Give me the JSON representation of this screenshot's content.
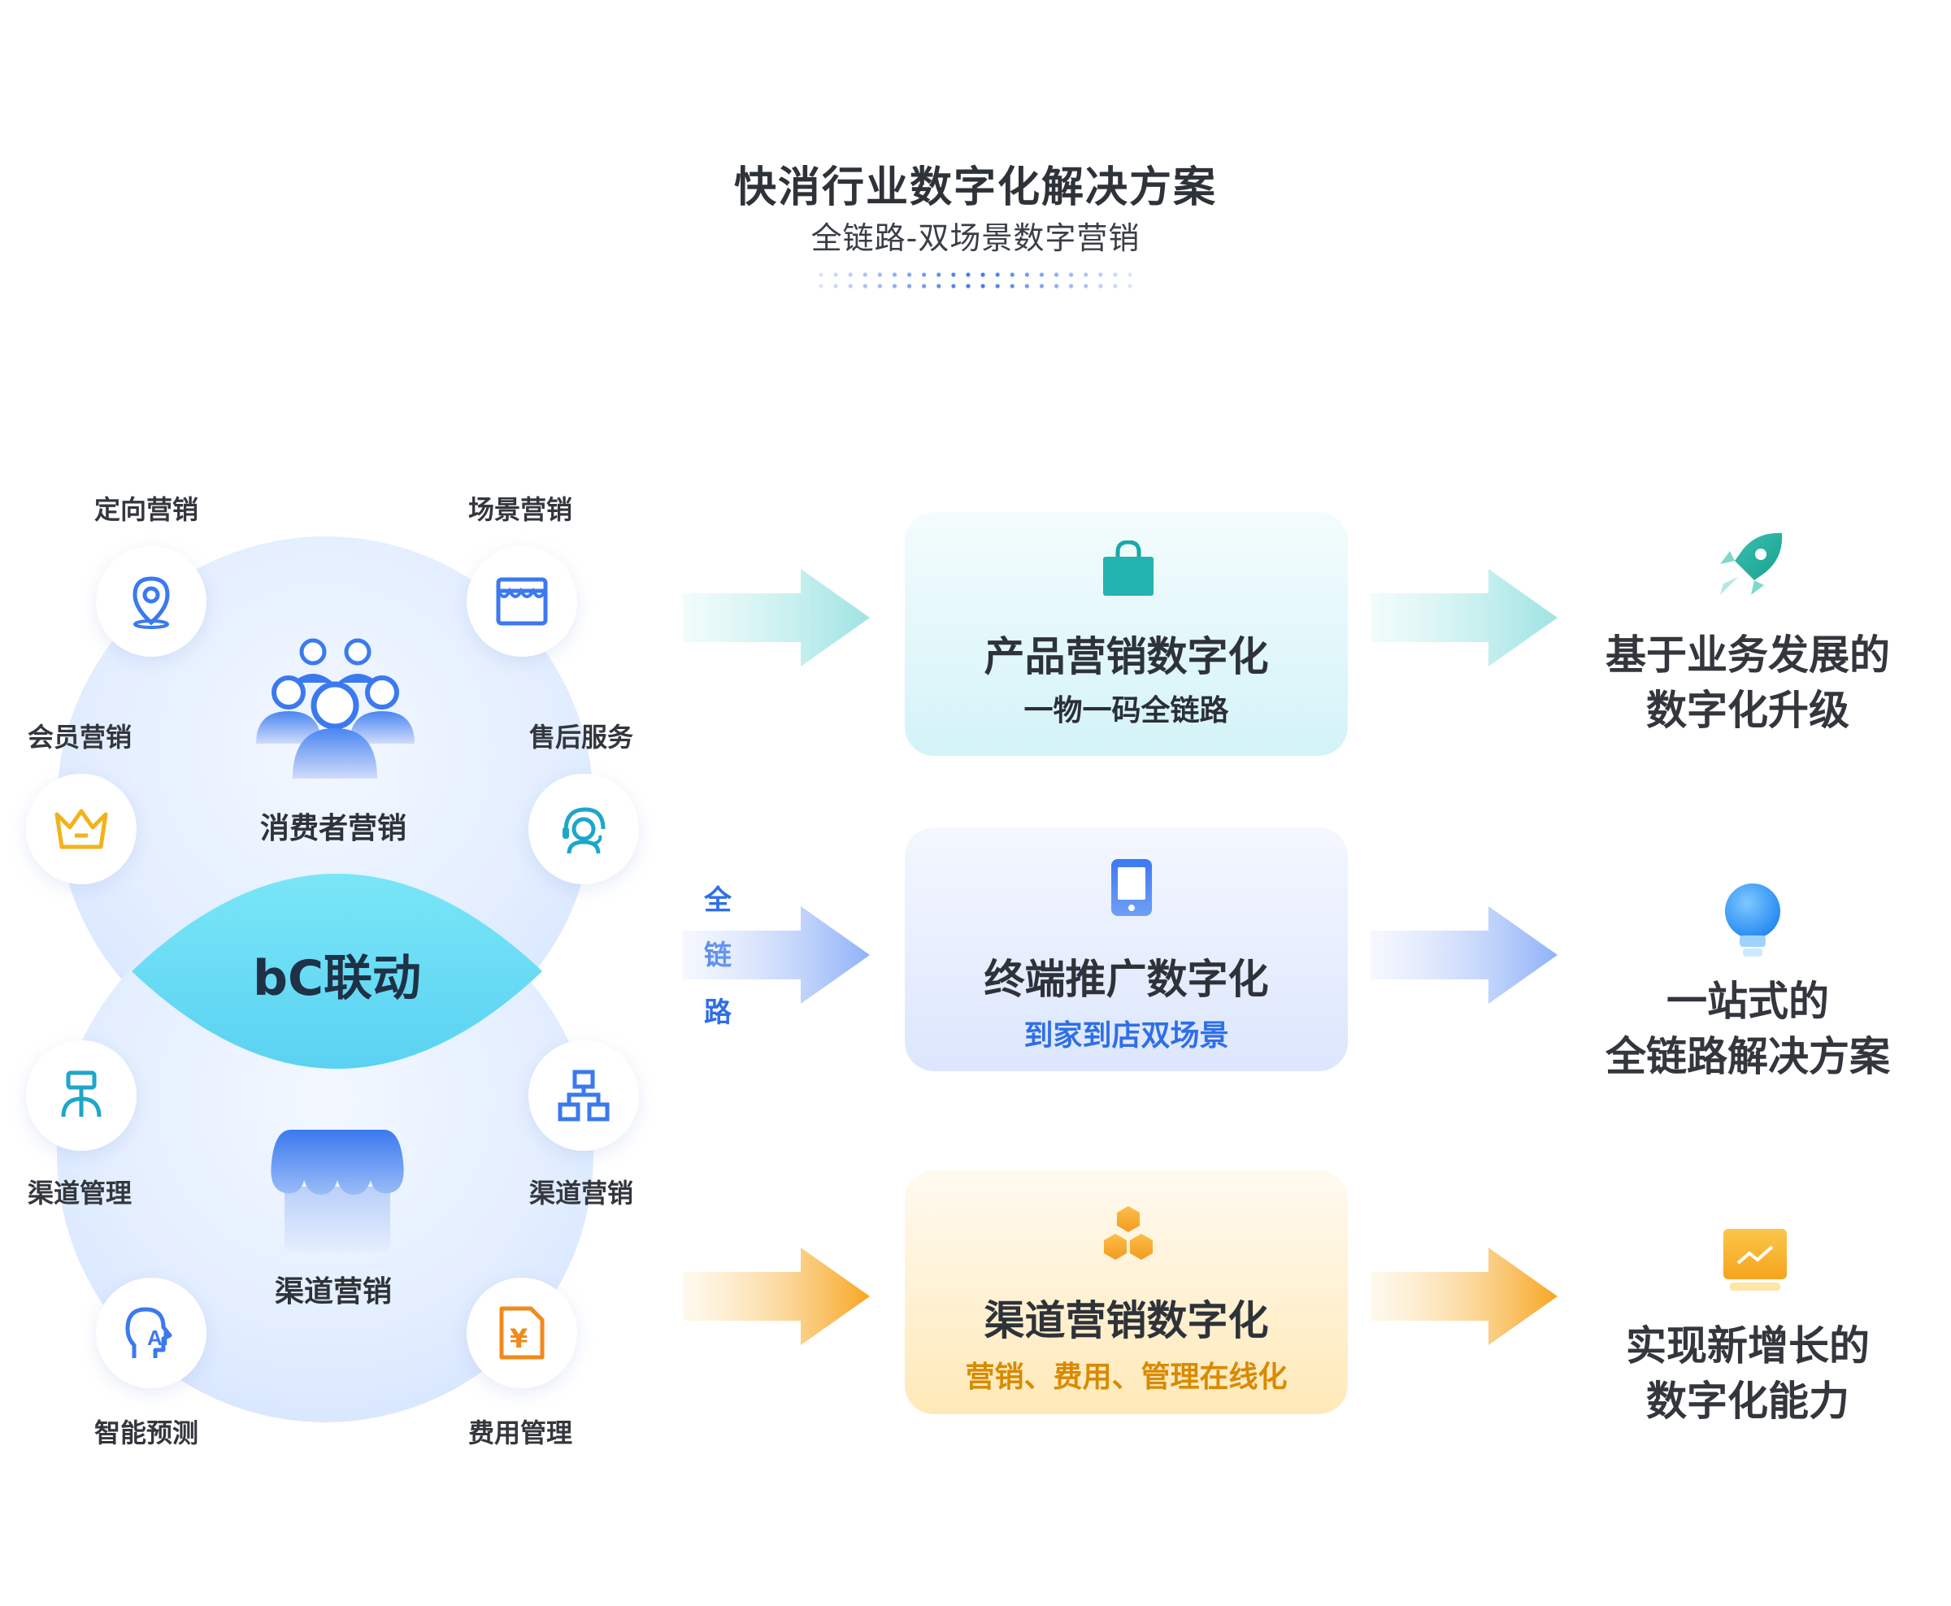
{
  "header": {
    "title": "快消行业数字化解决方案",
    "subtitle": "全链路-双场景数字营销"
  },
  "left": {
    "center_lens": "bC联动",
    "consumer_label": "消费者营销",
    "channel_label": "渠道营销",
    "nodes": {
      "targeted": "定向营销",
      "scene": "场景营销",
      "member": "会员营销",
      "aftersales": "售后服务",
      "channel_mgmt": "渠道管理",
      "channel_marketing": "渠道营销",
      "ai_forecast": "智能预测",
      "expense_mgmt": "费用管理"
    }
  },
  "chain_label": [
    "全",
    "链",
    "路"
  ],
  "cards": [
    {
      "title": "产品营销数字化",
      "subtitle": "一物一码全链路",
      "icon": "shopping-bag-icon",
      "subtitle_color": "#2b2f36"
    },
    {
      "title": "终端推广数字化",
      "subtitle": "到家到店双场景",
      "icon": "mobile-phone-icon",
      "subtitle_color": "#2f6fe6"
    },
    {
      "title": "渠道营销数字化",
      "subtitle": "营销、费用、管理在线化",
      "icon": "hexagon-cluster-icon",
      "subtitle_color": "#d98a00"
    }
  ],
  "results": [
    {
      "line1": "基于业务发展的",
      "line2": "数字化升级",
      "icon": "rocket-icon"
    },
    {
      "line1": "一站式的",
      "line2": "全链路解决方案",
      "icon": "light-bulb-icon"
    },
    {
      "line1": "实现新增长的",
      "line2": "数字化能力",
      "icon": "growth-chart-icon"
    }
  ],
  "colors": {
    "teal": "#23b3b0",
    "blue": "#3f7ef0",
    "orange": "#f6a623"
  }
}
